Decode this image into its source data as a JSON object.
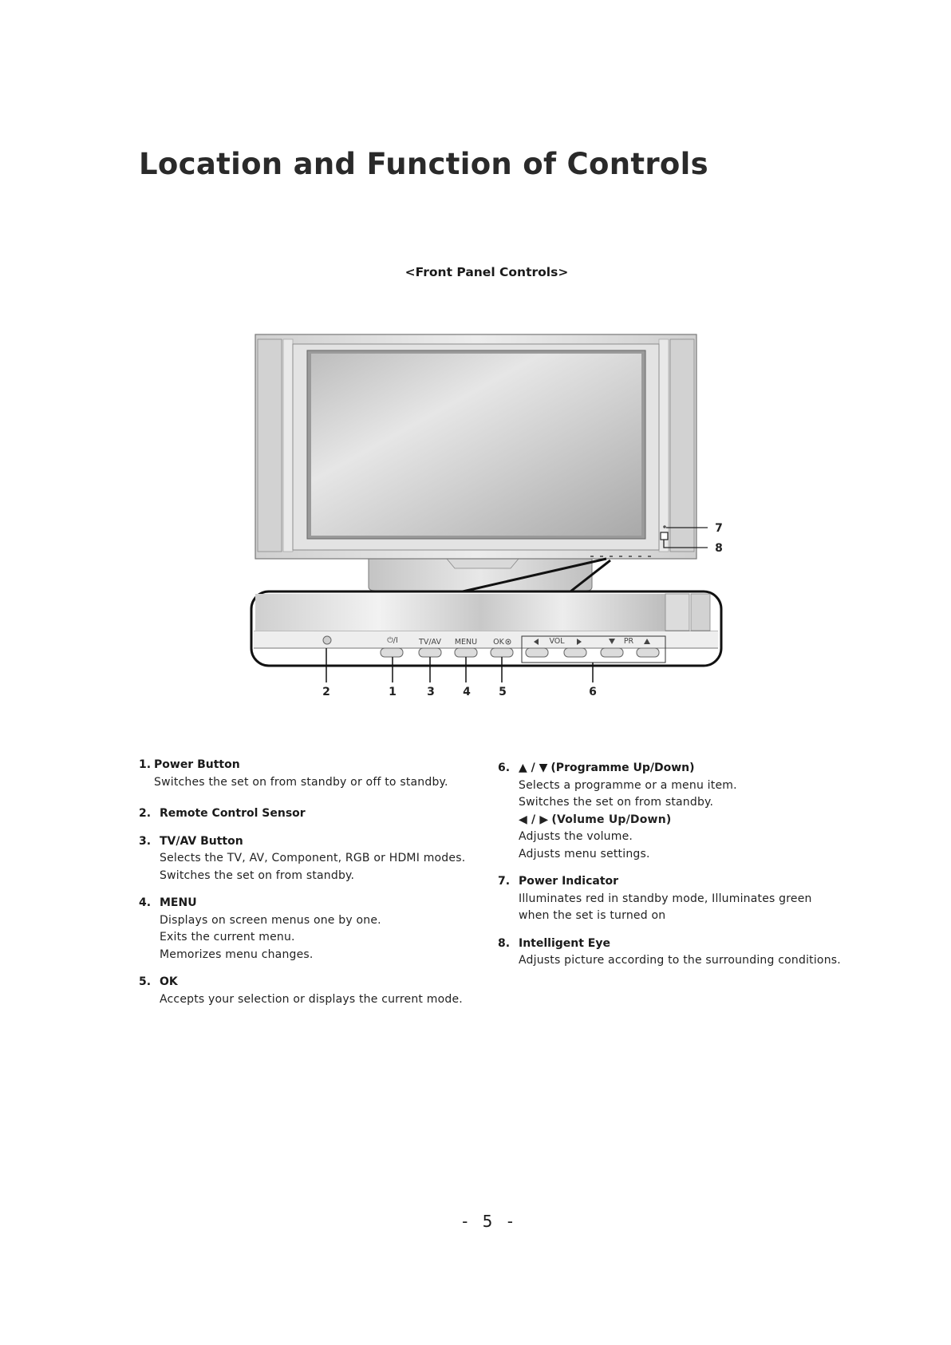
{
  "page": {
    "title": "Location and Function of Controls",
    "caption": "<Front Panel Controls>",
    "page_number": "- 5 -"
  },
  "figure": {
    "panel_labels": {
      "power": "⏻/I",
      "tv_av": "TV/AV",
      "menu": "MENU",
      "ok": "OK",
      "vol": "VOL",
      "pr": "PR"
    },
    "callouts": [
      "2",
      "1",
      "3",
      "4",
      "5",
      "6",
      "7",
      "8"
    ]
  },
  "items_left": [
    {
      "num": "1.",
      "title": "Power Button",
      "lines": [
        "Switches the set on from standby or off to standby."
      ]
    },
    {
      "num": "2.",
      "title": "Remote Control Sensor",
      "lines": []
    },
    {
      "num": "3.",
      "title": "TV/AV Button",
      "lines": [
        "Selects the TV, AV, Component, RGB or HDMI modes.",
        "Switches the set on from standby."
      ]
    },
    {
      "num": "4.",
      "title": "MENU",
      "lines": [
        "Displays on screen menus one by one.",
        "Exits the current menu.",
        "Memorizes menu changes."
      ]
    },
    {
      "num": "5.",
      "title": "OK",
      "lines": [
        "Accepts your selection or displays the current mode."
      ]
    }
  ],
  "items_right": [
    {
      "num": "6.",
      "glyph": "▲ / ▼",
      "title": "(Programme Up/Down)",
      "lines": [
        "Selects a programme or a menu item.",
        "Switches the set on from standby."
      ],
      "sub_glyph": "◀ / ▶",
      "sub_title": "(Volume Up/Down)",
      "sub_lines": [
        "Adjusts the volume.",
        "Adjusts menu settings."
      ]
    },
    {
      "num": "7.",
      "title": "Power Indicator",
      "lines": [
        "Illuminates red in standby mode, Illuminates green when the set is turned on"
      ]
    },
    {
      "num": "8.",
      "title": "Intelligent Eye",
      "lines": [
        "Adjusts picture according to the surrounding conditions."
      ]
    }
  ],
  "colors": {
    "text": "#1a1a1a",
    "frame_gray": "#d6d6d6",
    "outline": "#555555"
  }
}
